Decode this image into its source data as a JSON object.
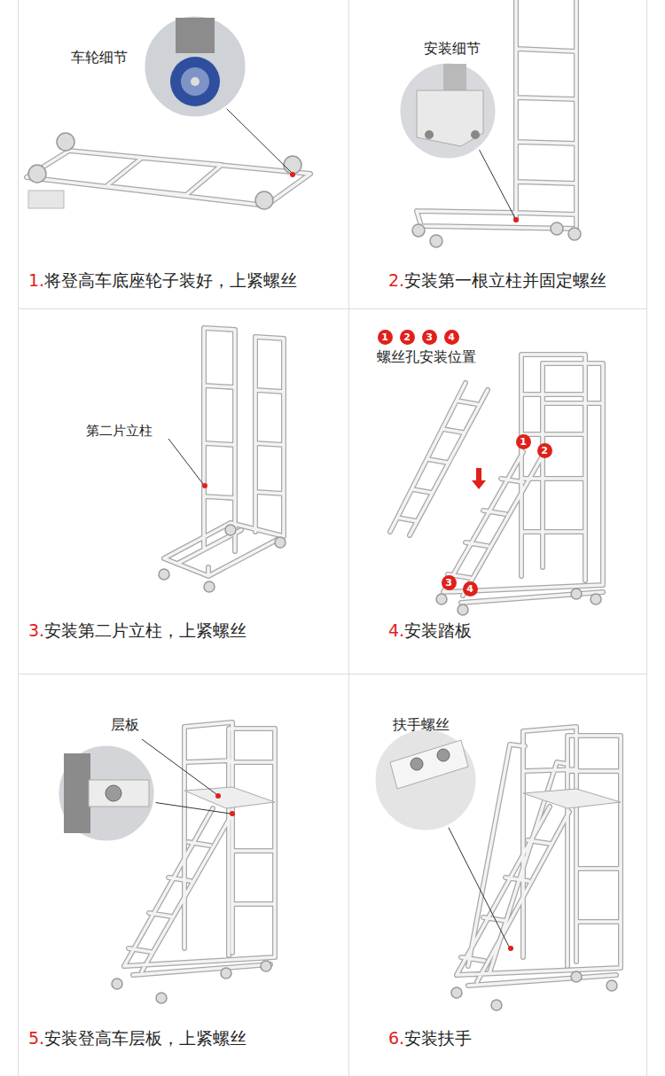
{
  "diagram": {
    "labels": [
      "车轮细节",
      "1.",
      "将登高车底座轮子装好，上紧螺丝",
      "安装细节",
      "2.",
      "安装第一根立柱并固定螺丝",
      "第二片立柱",
      "3.",
      "安装第二片立柱，上紧螺丝",
      "1",
      "2",
      "3",
      "4",
      "螺丝孔安装位置",
      "1",
      "2",
      "3",
      "4",
      "4.",
      "安装踏板",
      "层板",
      "5.",
      "安装登高车层板，上紧螺丝",
      "扶手螺丝",
      "6.",
      "安装扶手"
    ]
  }
}
